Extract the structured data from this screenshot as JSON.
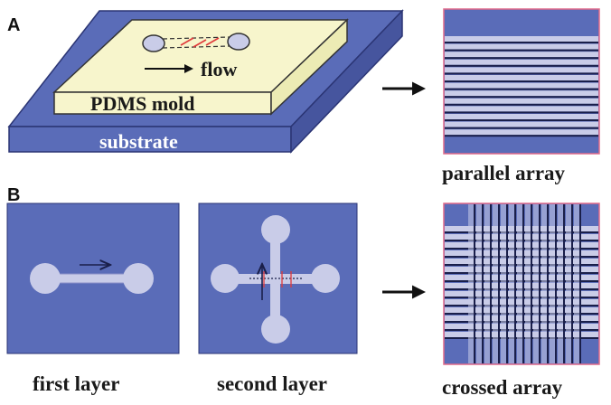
{
  "panels": {
    "a": {
      "letter": "A"
    },
    "b": {
      "letter": "B"
    }
  },
  "labels": {
    "flow": "flow",
    "pdms_mold": "PDMS mold",
    "substrate": "substrate",
    "parallel_array": "parallel array",
    "first_layer": "first layer",
    "second_layer": "second layer",
    "crossed_array": "crossed array"
  },
  "colors": {
    "substrate": "#5a6cb8",
    "substrate_edge": "#2b3574",
    "mold_top": "#f7f5cc",
    "mold_side": "#ecebb4",
    "channel_fill": "#c9cce8",
    "array_border": "#e06a8a",
    "line_dark": "#1a1f4a",
    "wire_red": "#e03a3a"
  },
  "icons": {
    "arrow": "right-arrow-icon",
    "flow_arrow": "flow-arrow-icon"
  }
}
